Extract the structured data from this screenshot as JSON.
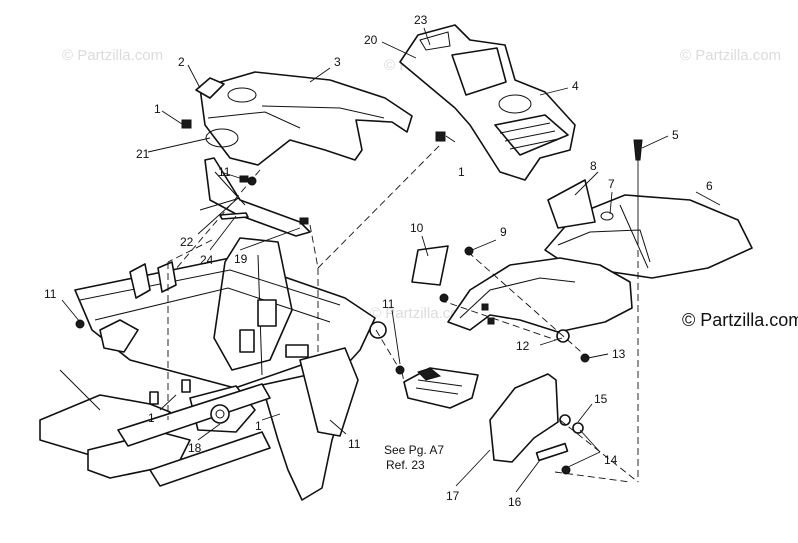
{
  "watermarks": [
    "© Partzilla.com",
    "© Partzilla.com",
    "© Partzilla.com",
    "© Partzilla.com"
  ],
  "brand": "© Partzilla.com",
  "note": {
    "line1": "See Pg. A7",
    "line2": "Ref. 23"
  },
  "callouts": {
    "c1a": "1",
    "c1b": "1",
    "c1c": "1",
    "c1d": "1",
    "c2": "2",
    "c3": "3",
    "c4": "4",
    "c5": "5",
    "c6": "6",
    "c7": "7",
    "c8": "8",
    "c9": "9",
    "c10": "10",
    "c11a": "11",
    "c11b": "11",
    "c11c": "11",
    "c11d": "11",
    "c12": "12",
    "c13": "13",
    "c14": "14",
    "c15": "15",
    "c16": "16",
    "c17": "17",
    "c18": "18",
    "c19": "19",
    "c20": "20",
    "c21": "21",
    "c22": "22",
    "c23": "23",
    "c24": "24"
  }
}
